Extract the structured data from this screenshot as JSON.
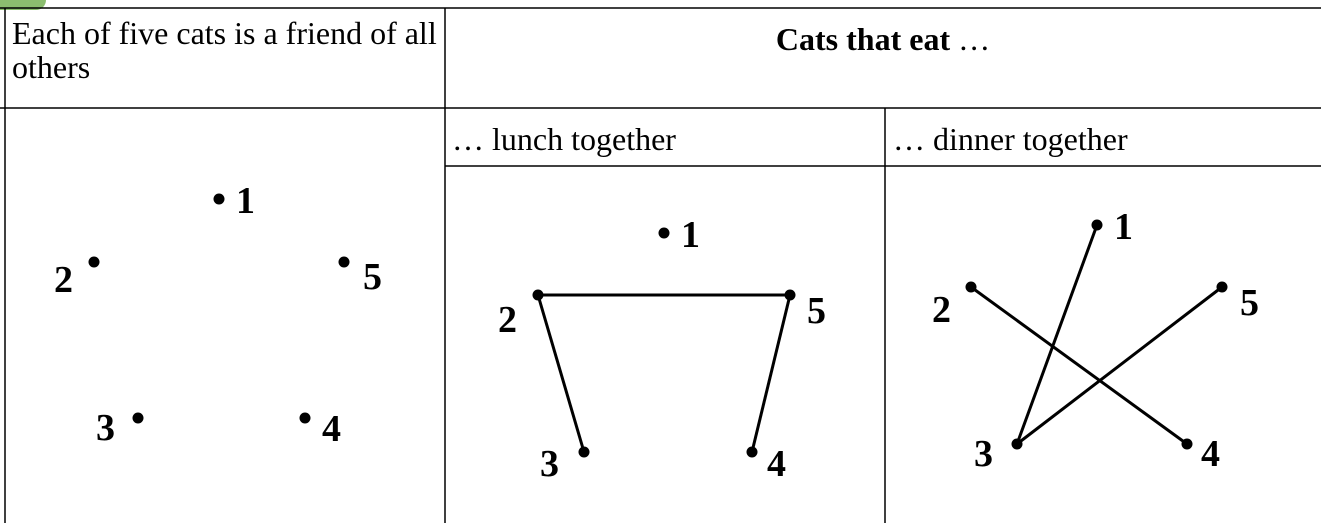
{
  "table": {
    "left_header": "Each of five cats is a friend of all others",
    "right_header_bold": "Cats that eat",
    "right_header_rest": " …",
    "lunch_header": "… lunch together",
    "dinner_header": "… dinner together"
  },
  "diagrams": {
    "friends": {
      "labels": [
        "1",
        "2",
        "3",
        "4",
        "5"
      ]
    },
    "lunch": {
      "labels": [
        "1",
        "2",
        "3",
        "4",
        "5"
      ],
      "edges": [
        [
          "2",
          "5"
        ],
        [
          "2",
          "3"
        ],
        [
          "5",
          "4"
        ]
      ]
    },
    "dinner": {
      "labels": [
        "1",
        "2",
        "3",
        "4",
        "5"
      ],
      "edges": [
        [
          "1",
          "3"
        ],
        [
          "5",
          "3"
        ],
        [
          "2",
          "4"
        ]
      ]
    }
  }
}
